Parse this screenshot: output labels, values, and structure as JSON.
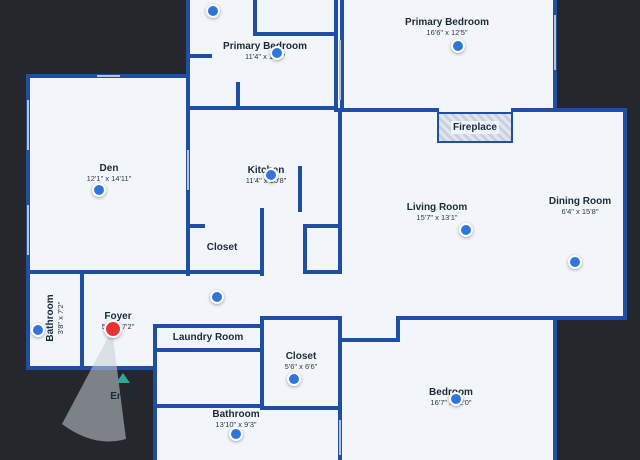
{
  "rooms": {
    "primary_bedroom_top": {
      "name": "Primary Bedroom",
      "dims": "16'6\" x 12'5\""
    },
    "primary_bedroom_left": {
      "name": "Primary Bedroom",
      "dims": "11'4\" x 11'6\""
    },
    "den": {
      "name": "Den",
      "dims": "12'1\" x 14'11\""
    },
    "kitchen": {
      "name": "Kitchen",
      "dims": "11'4\" x 10'8\""
    },
    "closet_mid": {
      "name": "Closet",
      "dims": ""
    },
    "living_room": {
      "name": "Living Room",
      "dims": "15'7\" x 13'1\""
    },
    "dining_room": {
      "name": "Dining Room",
      "dims": "6'4\" x 15'8\""
    },
    "fireplace": {
      "name": "Fireplace"
    },
    "bathroom_left": {
      "name": "Bathroom",
      "dims": "3'8\" x 7'2\""
    },
    "foyer": {
      "name": "Foyer",
      "dims": "5'4\" x 7'2\""
    },
    "laundry_room": {
      "name": "Laundry Room",
      "dims": ""
    },
    "closet_bottom": {
      "name": "Closet",
      "dims": "5'6\" x 6'6\""
    },
    "bathroom_bottom": {
      "name": "Bathroom",
      "dims": "13'10\" x 9'3\""
    },
    "bedroom": {
      "name": "Bedroom",
      "dims": "16'7\" x 12'0\""
    }
  },
  "entry": {
    "label": "Entry"
  },
  "colors": {
    "wall": "#1e4fa3",
    "floor": "#f2f6fb",
    "background": "#26272c",
    "pin": "#2f76db",
    "current_pin": "#e53432",
    "entry": "#2ea89b",
    "view_cone": "#c5cdd6"
  },
  "icons": {
    "pin": "map-pin-icon",
    "current_position": "current-location-icon",
    "entry": "entry-triangle-icon",
    "view_cone": "view-cone-icon"
  }
}
